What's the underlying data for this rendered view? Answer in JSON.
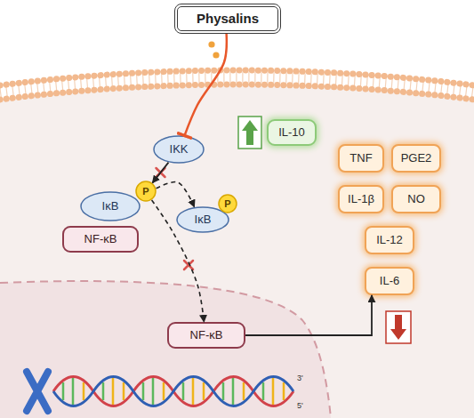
{
  "diagram": {
    "nodes": [
      {
        "text": [
          "Physalins"
        ]
      },
      {
        "text": [
          "IKK"
        ]
      },
      {
        "text": [
          "IL-10"
        ]
      },
      {
        "text": [
          "TNF"
        ]
      },
      {
        "text": [
          "PGE2"
        ]
      },
      {
        "text": [
          "IκB"
        ]
      },
      {
        "text": [
          "P"
        ]
      },
      {
        "text": [
          "IL-1β"
        ]
      },
      {
        "text": [
          "NO"
        ]
      },
      {
        "text": [
          "IκB"
        ]
      },
      {
        "text": [
          "P"
        ]
      },
      {
        "text": [
          "NF-κB"
        ]
      },
      {
        "text": [
          "IL-12"
        ]
      },
      {
        "text": [
          "IL-6"
        ]
      },
      {
        "text": [
          "NF-κB"
        ]
      }
    ],
    "edges": [
      {
        "from": 0,
        "to": 1,
        "arrow": "to"
      },
      {
        "from": 1,
        "to": 6,
        "arrow": "to"
      },
      {
        "from": 6,
        "to": 9,
        "arrow": "to"
      },
      {
        "from": 6,
        "to": 14,
        "arrow": "to"
      },
      {
        "from": 14,
        "to": 13,
        "arrow": "to"
      }
    ],
    "labels": [
      "3'",
      "5'"
    ]
  }
}
